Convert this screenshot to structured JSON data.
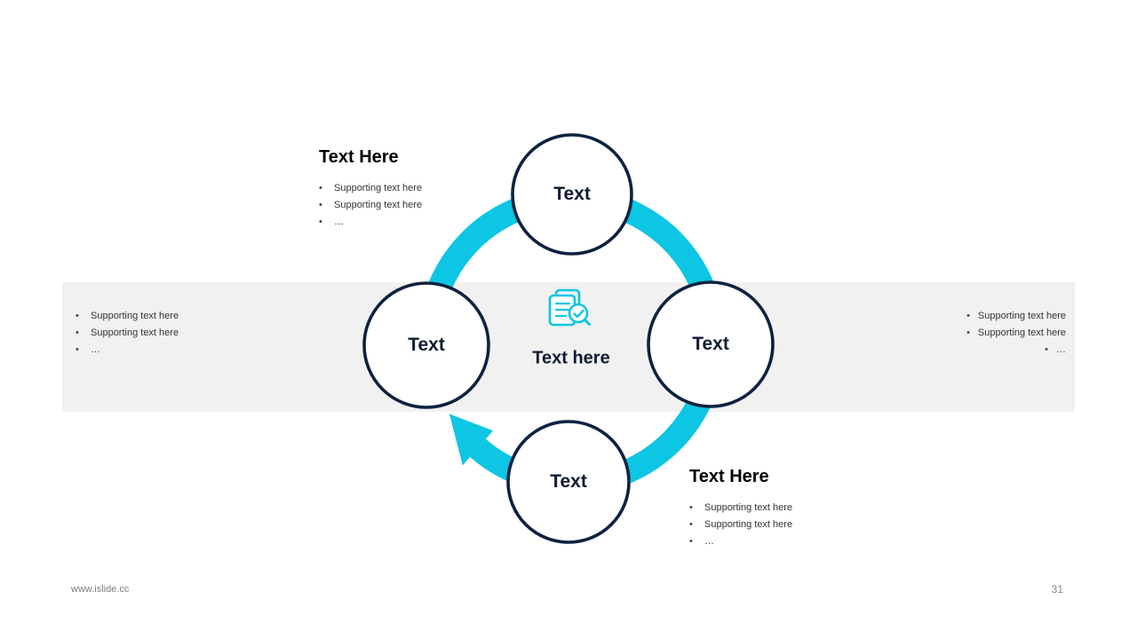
{
  "colors": {
    "accent": "#0DC6E3",
    "navy": "#0D2240",
    "navy_text": "#0D1B33",
    "band": "#F1F1F1"
  },
  "diagram": {
    "center": {
      "label": "Text here",
      "icon": "document-search-check-icon"
    },
    "nodes": [
      {
        "id": "top",
        "label": "Text"
      },
      {
        "id": "left",
        "label": "Text"
      },
      {
        "id": "right",
        "label": "Text"
      },
      {
        "id": "bottom",
        "label": "Text"
      }
    ]
  },
  "text_blocks": {
    "top_left": {
      "heading": "Text Here",
      "bullets": [
        "Supporting text here",
        "Supporting text here",
        "…"
      ]
    },
    "left": {
      "bullets": [
        "Supporting text here",
        "Supporting text here",
        "…"
      ]
    },
    "right": {
      "bullets": [
        "Supporting text here",
        "Supporting text here",
        "…"
      ]
    },
    "bottom_right": {
      "heading": "Text Here",
      "bullets": [
        "Supporting text here",
        "Supporting text here",
        "…"
      ]
    }
  },
  "footer": {
    "website": "www.islide.cc",
    "page_number": "31"
  }
}
